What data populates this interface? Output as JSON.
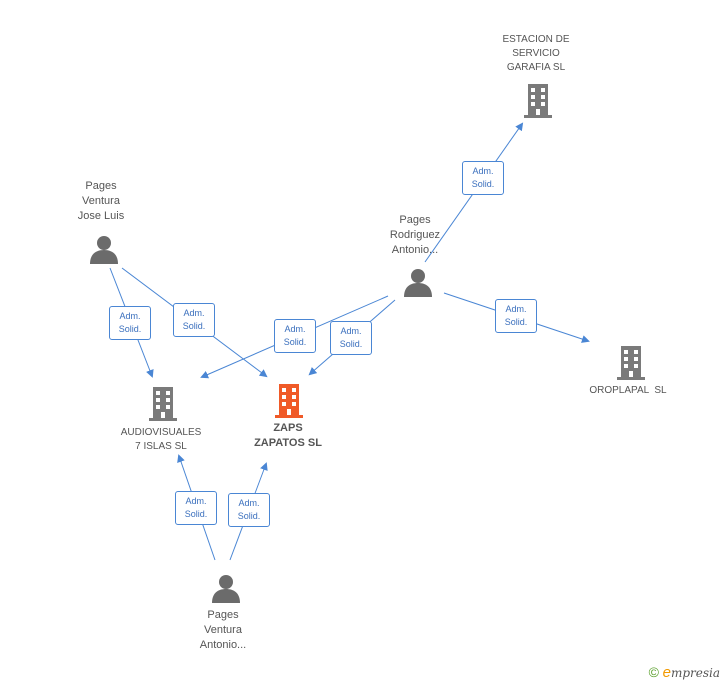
{
  "colors": {
    "edge": "#4a86d4",
    "person_icon": "#6b6b6b",
    "company_icon": "#7a7a7a",
    "focus_company_icon": "#f05a28",
    "label_text": "#555555",
    "brand_green": "#5aa02c",
    "brand_orange": "#f29a00"
  },
  "nodes": {
    "pages_ventura_jose_luis": {
      "type": "person",
      "lines": [
        "Pages",
        "Ventura",
        "Jose Luis"
      ]
    },
    "pages_rodriguez_antonio": {
      "type": "person",
      "lines": [
        "Pages",
        "Rodriguez",
        "Antonio..."
      ]
    },
    "pages_ventura_antonio": {
      "type": "person",
      "lines": [
        "Pages",
        "Ventura",
        "Antonio..."
      ]
    },
    "estacion_servicio_garafia": {
      "type": "company",
      "lines": [
        "ESTACION DE",
        "SERVICIO",
        "GARAFIA SL"
      ]
    },
    "oroplapal": {
      "type": "company",
      "lines": [
        "OROPLAPAL  SL"
      ]
    },
    "audiovisuales": {
      "type": "company",
      "lines": [
        "AUDIOVISUALES",
        "7 ISLAS SL"
      ]
    },
    "zaps_zapatos": {
      "type": "focus-company",
      "lines": [
        "ZAPS",
        "ZAPATOS SL"
      ]
    }
  },
  "edge_label": {
    "line1": "Adm.",
    "line2": "Solid."
  },
  "edges": [
    {
      "from": "pages_ventura_jose_luis",
      "to": "audiovisuales",
      "label": [
        "Adm.",
        "Solid."
      ]
    },
    {
      "from": "pages_ventura_jose_luis",
      "to": "zaps_zapatos",
      "label": [
        "Adm.",
        "Solid."
      ]
    },
    {
      "from": "pages_rodriguez_antonio",
      "to": "audiovisuales",
      "label": [
        "Adm.",
        "Solid."
      ]
    },
    {
      "from": "pages_rodriguez_antonio",
      "to": "zaps_zapatos",
      "label": [
        "Adm.",
        "Solid."
      ]
    },
    {
      "from": "pages_rodriguez_antonio",
      "to": "estacion_servicio_garafia",
      "label": [
        "Adm.",
        "Solid."
      ]
    },
    {
      "from": "pages_rodriguez_antonio",
      "to": "oroplapal",
      "label": [
        "Adm.",
        "Solid."
      ]
    },
    {
      "from": "pages_ventura_antonio",
      "to": "audiovisuales",
      "label": [
        "Adm.",
        "Solid."
      ]
    },
    {
      "from": "pages_ventura_antonio",
      "to": "zaps_zapatos",
      "label": [
        "Adm.",
        "Solid."
      ]
    }
  ],
  "footer": {
    "copyright": "©",
    "brand_first": "e",
    "brand_rest": "mpresia"
  }
}
